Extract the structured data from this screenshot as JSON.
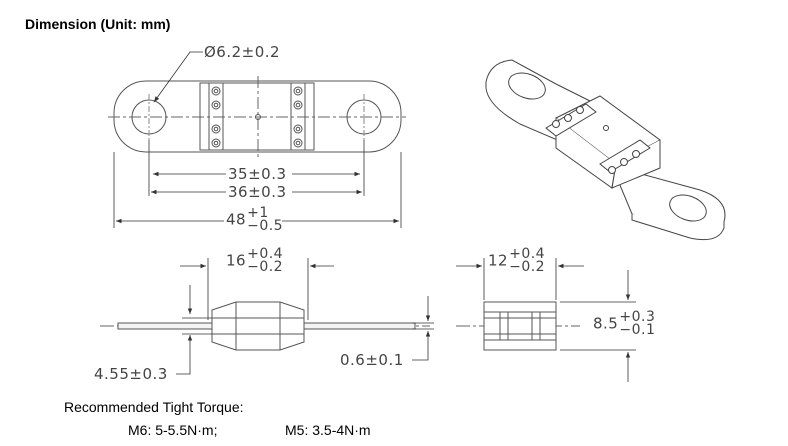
{
  "heading": "Dimension (Unit: mm)",
  "dimensions": {
    "hole_diameter": "Ø6.2±0.2",
    "pitch_inner": "35±0.3",
    "pitch_outer": "36±0.3",
    "length_nominal": "48",
    "length_plus": "+1",
    "length_minus": "−0.5",
    "body_width_nominal": "16",
    "body_width_plus": "+0.4",
    "body_width_minus": "−0.2",
    "side_width_nominal": "12",
    "side_width_plus": "+0.4",
    "side_width_minus": "−0.2",
    "side_height_nominal": "8.5",
    "side_height_plus": "+0.3",
    "side_height_minus": "−0.1",
    "body_height": "4.55±0.3",
    "blade_thickness": "0.6±0.1"
  },
  "torque": {
    "title": "Recommended Tight Torque:",
    "m6": "M6:  5-5.5N·m;",
    "m5": "M5:  3.5-4N·m"
  },
  "colors": {
    "line": "#555555",
    "ink": "#000000"
  }
}
